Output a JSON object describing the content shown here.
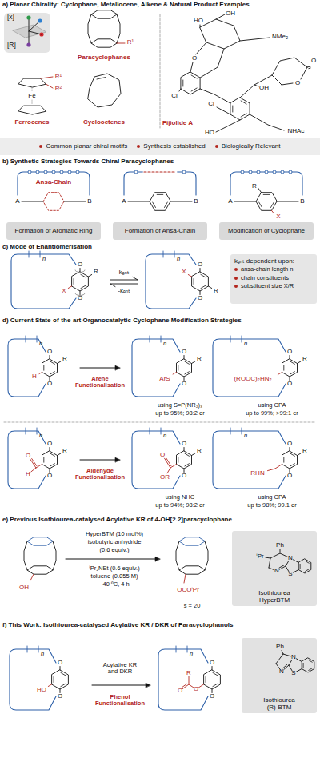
{
  "diagram": {
    "nodes": [
      {
        "text": [
          "[x]",
          "[R]"
        ]
      },
      {
        "text": [
          "Common planar chiral motifs",
          "Synthesis established",
          "Biologically Relevant"
        ]
      },
      {
        "text": [
          "Formation of Aromatic Ring"
        ]
      },
      {
        "text": [
          "Formation of Ansa-Chain"
        ]
      },
      {
        "text": [
          "Modification of Cyclophane"
        ]
      },
      {
        "text": [
          "kₑₙₜ dependent upon:",
          "ansa-chain length n",
          "chain constituents",
          "substituent size X/R"
        ]
      },
      {
        "text": [
          "Isothiourea",
          "HyperBTM"
        ]
      },
      {
        "text": [
          "Isothiourea",
          "(R)-BTM"
        ]
      }
    ],
    "labels": [
      "a) Planar Chirality: Cyclophane, Metallocene, Alkene & Natural Product Examples",
      "R¹",
      "Paracyclophanes",
      "R¹",
      "R²",
      "Fe",
      "Ferrocenes",
      "Cyclooctenes",
      "HO",
      "OH",
      "NMe₂",
      "O",
      "OH",
      "O",
      "O",
      "Cl",
      "Cl",
      "HO",
      "NHAc",
      "Fijiolide A",
      "b) Synthetic Strategies Towards Chiral Paracyclophanes",
      "Ansa-Chain",
      "A",
      "B",
      "A",
      "B",
      "A",
      "R",
      "X",
      "B",
      "c) Mode of Enantiomerisation",
      "O",
      "n",
      "R",
      "X",
      "O",
      "kₑₙₜ",
      "-kₑₙₜ",
      "O",
      "n",
      "X",
      "R",
      "O",
      "d) Current State-of-the-art Organocatalytic Cyclophane Modification Strategies",
      "n",
      "O",
      "R",
      "H",
      "O",
      "Arene Functionalisation",
      "n",
      "O",
      "R",
      "ArS",
      "O",
      "n",
      "O",
      "R",
      "(ROOC)₂HN₂",
      "O",
      "using S=P(NR₂)₃",
      "up to 95%; 98:2 er",
      "using CPA",
      "up to 99%; >99:1 er",
      "n",
      "O",
      "R",
      "O",
      "H",
      "O",
      "Aldehyde Functionalisation",
      "n",
      "O",
      "R",
      "O",
      "OR",
      "O",
      "n",
      "O",
      "R",
      "RHN",
      "O",
      "using NHC",
      "up to 94%; 98:2 er",
      "using CPA",
      "up to 98%; 99.1 er",
      "e) Previous Isothiourea-catalysed Acylative KR of 4-OH[2.2]paracyclophane",
      "OH",
      "HyperBTM (10 mol%)",
      "isobutyric anhydride",
      "(0.6 equiv.)",
      "ⁱPr₂NEt (0.6 equiv.)",
      "toluene (0.055 M)",
      "−40 ºC, 4 h",
      "OCOⁱPr",
      "s = 20",
      "ⁱPr",
      "Ph",
      "N",
      "N",
      "S",
      "f) This Work: Isothiourea-catalysed Acylative KR / DKR of Paracyclophanols",
      "n",
      "O",
      "HO",
      "O",
      "Acylative KR and DKR",
      "Phenol Functionalisation",
      "n",
      "O",
      "R",
      "O",
      "O",
      "O",
      "Ph",
      "N",
      "N",
      "S"
    ]
  }
}
